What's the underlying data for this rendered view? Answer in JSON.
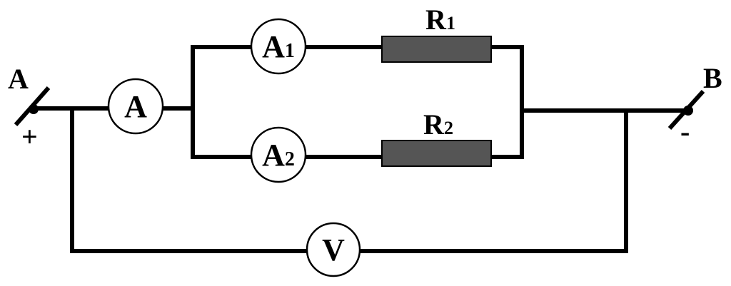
{
  "terminals": {
    "a": {
      "label": "A",
      "sign": "+"
    },
    "b": {
      "label": "B",
      "sign": "-"
    }
  },
  "meters": {
    "main": {
      "symbol": "A",
      "sub": ""
    },
    "branch1": {
      "symbol": "A",
      "sub": "1"
    },
    "branch2": {
      "symbol": "A",
      "sub": "2"
    },
    "voltmeter": {
      "symbol": "V",
      "sub": ""
    }
  },
  "resistors": {
    "r1": {
      "symbol": "R",
      "sub": "1",
      "fill": "#555555"
    },
    "r2": {
      "symbol": "R",
      "sub": "2",
      "fill": "#555555"
    }
  },
  "colors": {
    "wire": "#000000",
    "background": "#ffffff"
  }
}
